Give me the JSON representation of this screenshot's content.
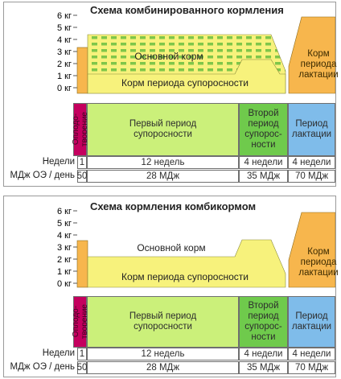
{
  "y_ticks": [
    "6 кг",
    "5 кг",
    "4 кг",
    "3 кг",
    "2 кг",
    "1 кг",
    "0 кг"
  ],
  "colors": {
    "sow_feed": "#f7f27c",
    "lactation_feed": "#f7b64d",
    "green_pattern": "#7fc64a",
    "insemination": "#c4005e",
    "first_period": "#cbf07a",
    "second_period": "#6fca4c",
    "lactation_period": "#7fbcea"
  },
  "scheme_a": {
    "title": "Схема комбинированного кормления",
    "main_feed_label": "Основной корм",
    "sow_feed_label": "Корм периода супоросности",
    "lactation_label": "Корм\nпериода\nлактации",
    "periods": {
      "insemination": "Оплодо-\nтворение",
      "first": "Первый период\nсупоросности",
      "second": "Второй\nпериод\nсупорос-\nности",
      "lactation": "Период\nлактации"
    },
    "weeks_label": "Недели",
    "weeks": [
      "1",
      "12 недель",
      "4 недели",
      "4 недели"
    ],
    "energy_label": "МДж ОЭ / день",
    "energy": [
      "50",
      "28 МДж",
      "35 МДж",
      "70 МДж"
    ]
  },
  "scheme_b": {
    "title": "Схема кормления комбикормом",
    "main_feed_label": "Основной корм",
    "sow_feed_label": "Корм периода супоросности",
    "lactation_label": "Корм\nпериода\nлактации",
    "periods": {
      "insemination": "Оплодо-\nтворение",
      "first": "Первый период\nсупоросности",
      "second": "Второй\nпериод\nсупорос-\nности",
      "lactation": "Период\nлактации"
    },
    "weeks_label": "Недели",
    "weeks": [
      "1",
      "12 недель",
      "4 недели",
      "4 недели"
    ],
    "energy_label": "МДж ОЭ / день",
    "energy": [
      "50",
      "28 МДж",
      "35 МДж",
      "70 МДж"
    ]
  }
}
